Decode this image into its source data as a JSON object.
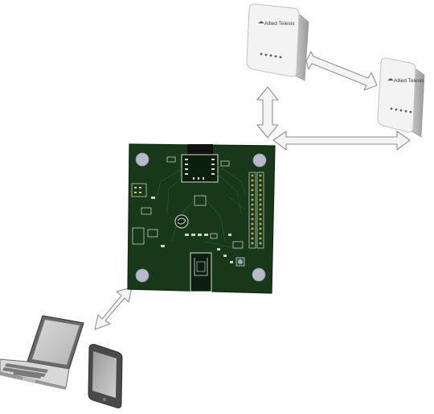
{
  "access_points": [
    {
      "brand": "Allied Telesis"
    },
    {
      "brand": "Allied Telesis"
    }
  ],
  "colors": {
    "pcb": "#17391a",
    "pcb_edge": "#0f2611",
    "arrow_fill": "#f4f4f4",
    "arrow_stroke": "#8f8f8f",
    "ap_body": "#f3f3f3",
    "ap_side": "#bdbdbd",
    "device_frame": "#4a4a4a"
  },
  "icons": [
    "wifi-access-point",
    "dev-board-pcb",
    "laptop-icon",
    "smartphone-icon",
    "bidirectional-arrow-icon"
  ]
}
